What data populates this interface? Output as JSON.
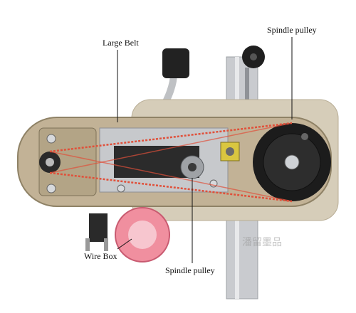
{
  "image": {
    "subject": "belt-and-pulley drive of a machine",
    "colors": {
      "body": "#c2b296",
      "body_dark": "#a89878",
      "belt": "#e0503a",
      "pulley": "#1c1c1c",
      "metal": "#c7c9cc",
      "bobbin": "#f08f9f"
    }
  },
  "labels": {
    "large_belt": "Large Belt",
    "spindle_pulley_top": "Spindle pulley",
    "spindle_pulley_bottom": "Spindle pulley",
    "wire_box": "Wire Box"
  },
  "watermark": "潘留墨品"
}
